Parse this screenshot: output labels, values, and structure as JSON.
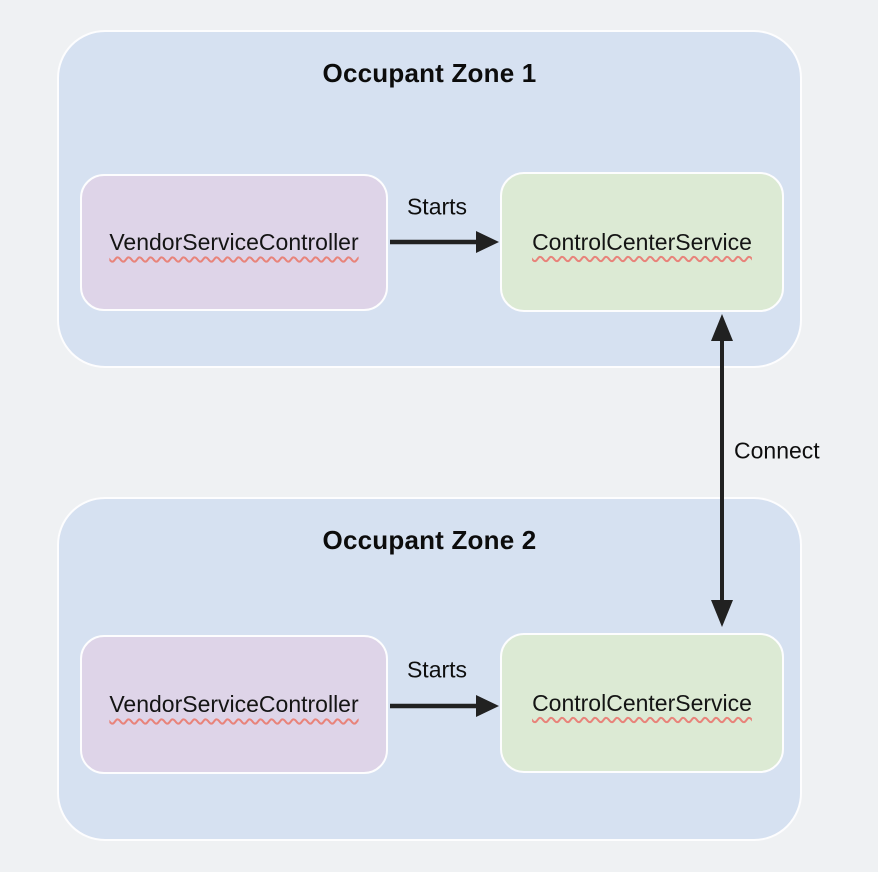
{
  "diagram": {
    "zones": [
      {
        "title": "Occupant Zone 1",
        "nodes": [
          {
            "label": "VendorServiceController"
          },
          {
            "label": "ControlCenterService"
          }
        ],
        "edge": {
          "label": "Starts",
          "from": "VendorServiceController",
          "to": "ControlCenterService",
          "bidirectional": false
        }
      },
      {
        "title": "Occupant Zone 2",
        "nodes": [
          {
            "label": "VendorServiceController"
          },
          {
            "label": "ControlCenterService"
          }
        ],
        "edge": {
          "label": "Starts",
          "from": "VendorServiceController",
          "to": "ControlCenterService",
          "bidirectional": false
        }
      }
    ],
    "cross_zone_edge": {
      "label": "Connect",
      "from": "ControlCenterService (Occupant Zone 1)",
      "to": "ControlCenterService (Occupant Zone 2)",
      "bidirectional": true
    },
    "colors": {
      "background": "#eff1f3",
      "zone_fill": "#d6e1f1",
      "vendor_box_fill": "#ded4e8",
      "control_box_fill": "#dcead4",
      "box_border": "#fdfdfe",
      "arrow": "#212121",
      "text": "#0c0c0c",
      "spellcheck_underline": "#e8837a"
    }
  }
}
